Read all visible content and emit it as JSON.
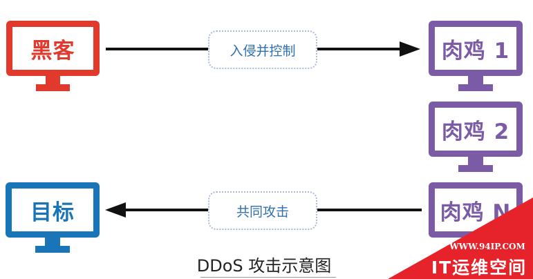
{
  "nodes": {
    "hacker": "黑客",
    "zombie1": "肉鸡 1",
    "zombie2": "肉鸡 2",
    "zombieN": "肉鸡 N",
    "target": "目标"
  },
  "edges": {
    "invade": "入侵并控制",
    "attack": "共同攻击"
  },
  "caption": "DDoS 攻击示意图",
  "watermark": {
    "url": "WWW.94IP.COM",
    "title": "IT运维空间"
  },
  "colors": {
    "hacker": "#e2392d",
    "zombie": "#7b5aa6",
    "target": "#1a74b8",
    "watermark": "#e6232a"
  }
}
